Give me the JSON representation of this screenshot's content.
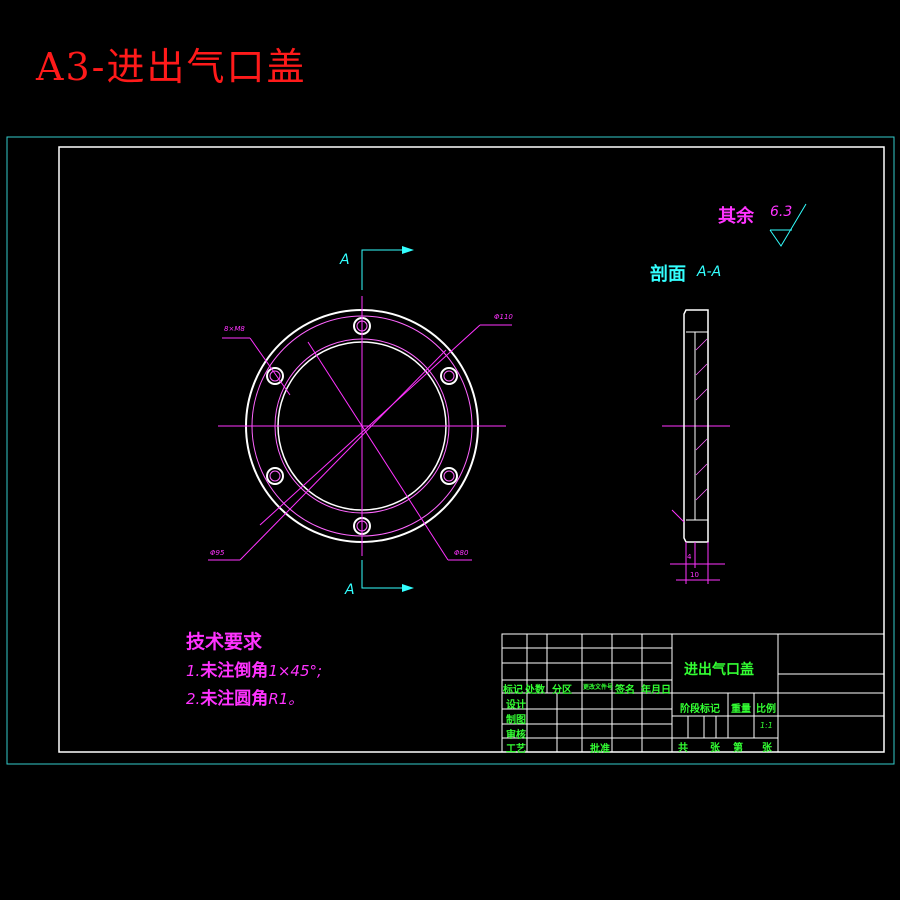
{
  "header": {
    "title": "A3-进出气口盖"
  },
  "roughness": {
    "label": "其余",
    "value": "6.3"
  },
  "section": {
    "label": "剖面",
    "name": "A-A"
  },
  "front_view": {
    "section_mark": "A",
    "dims": {
      "hole": "8×M8",
      "outer": "Φ110",
      "bolt_circle": "Φ95",
      "inner": "Φ80"
    }
  },
  "side_view": {
    "dims": {
      "thin": "4",
      "width": "10"
    }
  },
  "tech_req": {
    "title": "技术要求",
    "line1_prefix": "1.",
    "line1_text": "未注倒角",
    "line1_suffix": "1×45°;",
    "line2_prefix": "2.",
    "line2_text": "未注圆角",
    "line2_suffix": "R1。"
  },
  "title_block": {
    "part_name": "进出气口盖",
    "row_labels": [
      "标记",
      "处数",
      "分区",
      "更改文件号",
      "签名",
      "年月日"
    ],
    "left_labels": [
      "设计",
      "制图",
      "审核",
      "工艺"
    ],
    "approve": "批准",
    "stage_label": "阶段标记",
    "weight_label": "重量",
    "scale_label": "比例",
    "scale_value": "1:1",
    "sheet_labels": [
      "共",
      "张",
      "第",
      "张"
    ]
  },
  "colors": {
    "border_outer": "#33cccc",
    "border_inner": "#ffffff",
    "title": "#ff1a1a",
    "dim": "#ff33ff",
    "label": "#33ffff",
    "table": "#33ff33"
  }
}
